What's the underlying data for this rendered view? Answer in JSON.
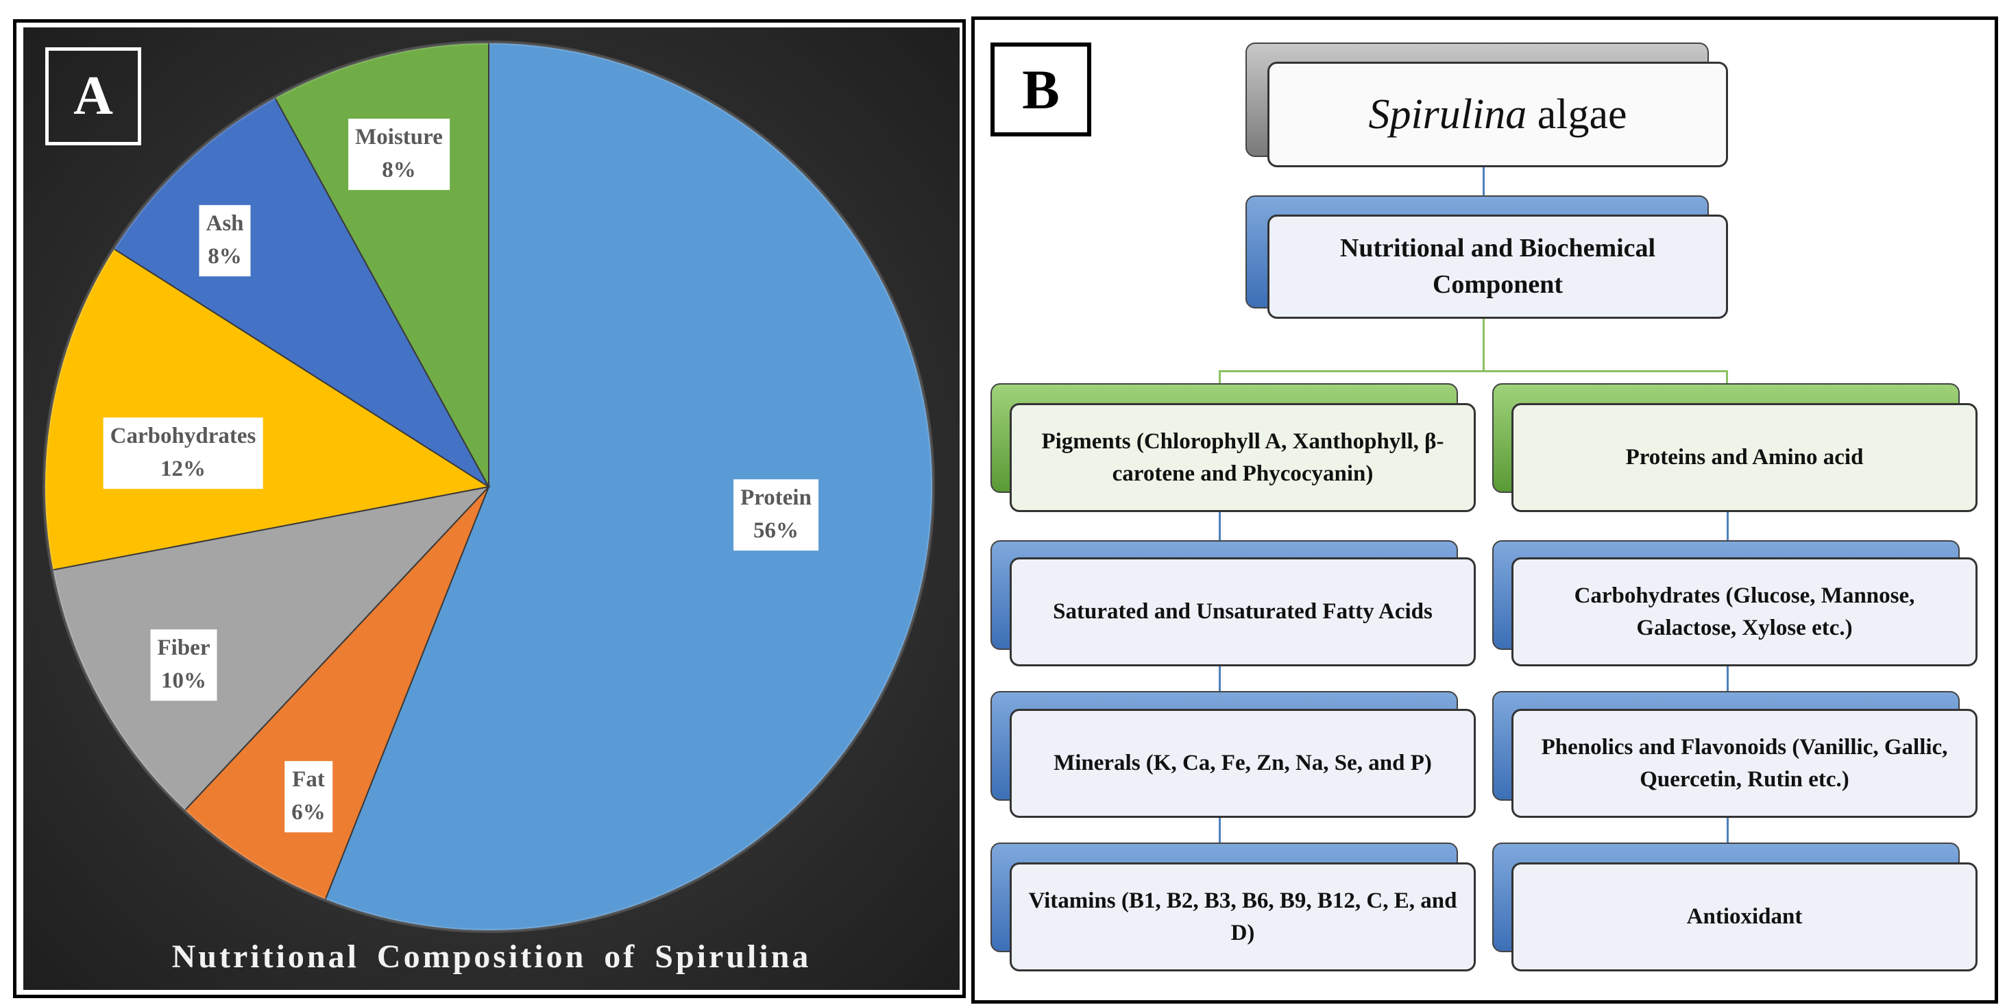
{
  "panel_a": {
    "label": "A"
  },
  "panel_b": {
    "label": "B"
  },
  "chart_data": {
    "type": "pie",
    "title": "Nutritional Composition of Spirulina",
    "categories": [
      "Protein",
      "Fat",
      "Fiber",
      "Carbohydrates",
      "Ash",
      "Moisture"
    ],
    "values": [
      56,
      6,
      10,
      12,
      8,
      8
    ],
    "labels": [
      "56%",
      "6%",
      "10%",
      "12%",
      "8%",
      "8%"
    ],
    "colors": [
      "#5b9bd5",
      "#ed7d31",
      "#a5a5a5",
      "#ffc000",
      "#4472c4",
      "#70ad47"
    ]
  },
  "diagram": {
    "root": {
      "italic": "Spirulina",
      "rest": " algae"
    },
    "level1": "Nutritional and Biochemical Component",
    "left": [
      "Pigments (Chlorophyll A, Xanthophyll, β-carotene and Phycocyanin)",
      "Saturated and Unsaturated Fatty Acids",
      "Minerals (K, Ca, Fe, Zn, Na, Se, and P)",
      "Vitamins (B1, B2, B3, B6, B9, B12, C, E, and D)"
    ],
    "right": [
      "Proteins and Amino acid",
      "Carbohydrates (Glucose, Mannose, Galactose, Xylose etc.)",
      "Phenolics and Flavonoids (Vanillic, Gallic, Quercetin, Rutin etc.)",
      "Antioxidant"
    ]
  }
}
